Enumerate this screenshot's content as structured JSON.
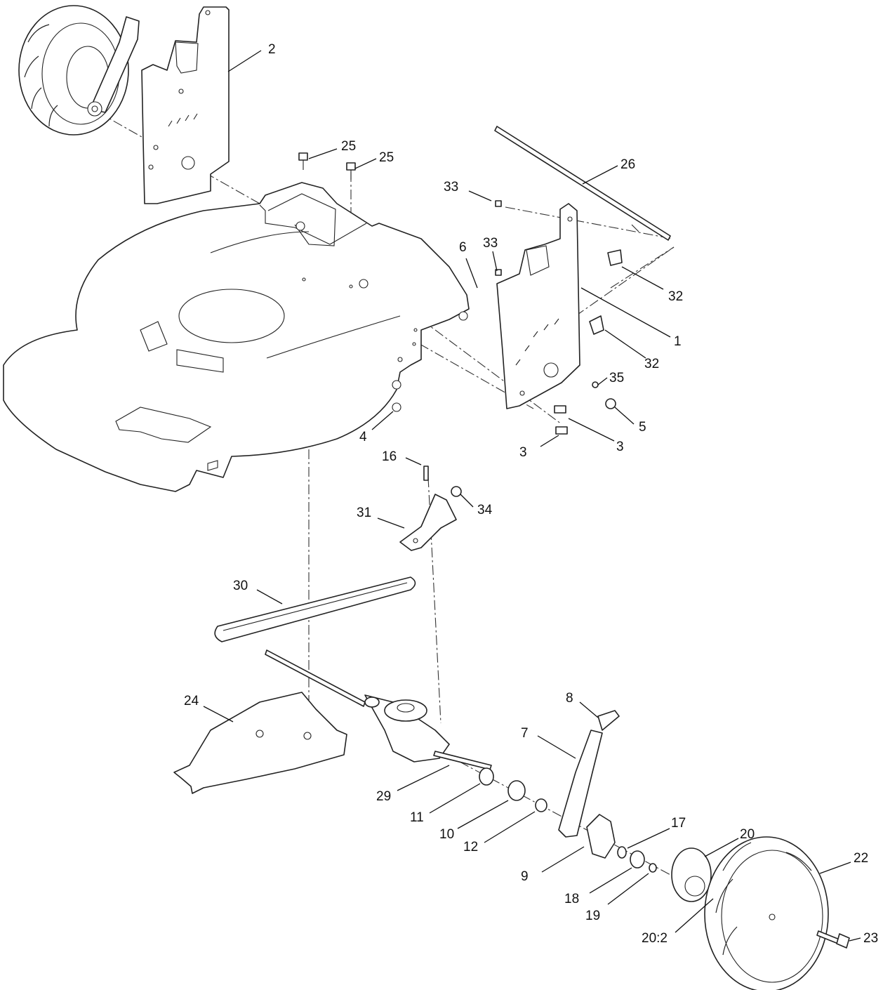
{
  "callouts": [
    {
      "id": "c-2",
      "label": "2"
    },
    {
      "id": "c-25a",
      "label": "25"
    },
    {
      "id": "c-25b",
      "label": "25"
    },
    {
      "id": "c-26",
      "label": "26"
    },
    {
      "id": "c-33a",
      "label": "33"
    },
    {
      "id": "c-33b",
      "label": "33"
    },
    {
      "id": "c-6",
      "label": "6"
    },
    {
      "id": "c-32a",
      "label": "32"
    },
    {
      "id": "c-1",
      "label": "1"
    },
    {
      "id": "c-32b",
      "label": "32"
    },
    {
      "id": "c-35",
      "label": "35"
    },
    {
      "id": "c-5",
      "label": "5"
    },
    {
      "id": "c-3a",
      "label": "3"
    },
    {
      "id": "c-3b",
      "label": "3"
    },
    {
      "id": "c-4",
      "label": "4"
    },
    {
      "id": "c-16",
      "label": "16"
    },
    {
      "id": "c-34",
      "label": "34"
    },
    {
      "id": "c-31",
      "label": "31"
    },
    {
      "id": "c-30",
      "label": "30"
    },
    {
      "id": "c-8",
      "label": "8"
    },
    {
      "id": "c-24",
      "label": "24"
    },
    {
      "id": "c-7",
      "label": "7"
    },
    {
      "id": "c-29",
      "label": "29"
    },
    {
      "id": "c-11",
      "label": "11"
    },
    {
      "id": "c-10",
      "label": "10"
    },
    {
      "id": "c-12",
      "label": "12"
    },
    {
      "id": "c-17",
      "label": "17"
    },
    {
      "id": "c-20",
      "label": "20"
    },
    {
      "id": "c-22",
      "label": "22"
    },
    {
      "id": "c-9",
      "label": "9"
    },
    {
      "id": "c-18",
      "label": "18"
    },
    {
      "id": "c-19",
      "label": "19"
    },
    {
      "id": "c-23",
      "label": "23"
    },
    {
      "id": "c-20-2",
      "label": "20:2"
    }
  ]
}
